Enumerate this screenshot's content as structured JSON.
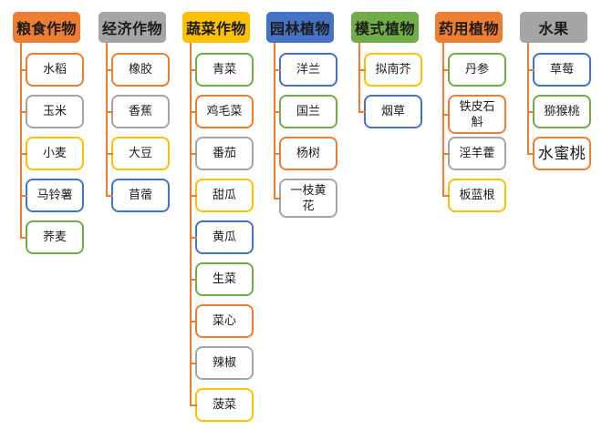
{
  "connector_color": "#ED7D31",
  "palette": {
    "orange": "#ED7D31",
    "gray": "#A5A5A5",
    "yellow": "#FFC000",
    "blue": "#4472C4",
    "green": "#70AD47"
  },
  "columns": [
    {
      "title": "粮食作物",
      "color": "orange",
      "children": [
        {
          "label": "水稻",
          "color": "orange"
        },
        {
          "label": "玉米",
          "color": "gray"
        },
        {
          "label": "小麦",
          "color": "yellow"
        },
        {
          "label": "马铃薯",
          "color": "blue"
        },
        {
          "label": "荞麦",
          "color": "green"
        }
      ]
    },
    {
      "title": "经济作物",
      "color": "gray",
      "children": [
        {
          "label": "橡胶",
          "color": "orange"
        },
        {
          "label": "香蕉",
          "color": "gray"
        },
        {
          "label": "大豆",
          "color": "yellow"
        },
        {
          "label": "苜蓿",
          "color": "blue"
        }
      ]
    },
    {
      "title": "蔬菜作物",
      "color": "yellow",
      "children": [
        {
          "label": "青菜",
          "color": "green"
        },
        {
          "label": "鸡毛菜",
          "color": "orange"
        },
        {
          "label": "番茄",
          "color": "gray"
        },
        {
          "label": "甜瓜",
          "color": "yellow"
        },
        {
          "label": "黄瓜",
          "color": "blue"
        },
        {
          "label": "生菜",
          "color": "green"
        },
        {
          "label": "菜心",
          "color": "orange"
        },
        {
          "label": "辣椒",
          "color": "gray"
        },
        {
          "label": "菠菜",
          "color": "yellow"
        }
      ]
    },
    {
      "title": "园林植物",
      "color": "blue",
      "children": [
        {
          "label": "洋兰",
          "color": "blue"
        },
        {
          "label": "国兰",
          "color": "green"
        },
        {
          "label": "杨树",
          "color": "orange"
        },
        {
          "label": "一枝黄花",
          "color": "gray",
          "two_line": true
        }
      ]
    },
    {
      "title": "模式植物",
      "color": "green",
      "children": [
        {
          "label": "拟南芥",
          "color": "yellow"
        },
        {
          "label": "烟草",
          "color": "blue"
        }
      ]
    },
    {
      "title": "药用植物",
      "color": "orange",
      "children": [
        {
          "label": "丹参",
          "color": "green"
        },
        {
          "label": "铁皮石斛",
          "color": "orange",
          "two_line": true
        },
        {
          "label": "淫羊藿",
          "color": "gray"
        },
        {
          "label": "板蓝根",
          "color": "yellow"
        }
      ]
    },
    {
      "title": "水果",
      "color": "gray",
      "children": [
        {
          "label": "草莓",
          "color": "blue"
        },
        {
          "label": "猕猴桃",
          "color": "green"
        },
        {
          "label": "水蜜桃",
          "color": "orange",
          "emphasis": true
        }
      ]
    }
  ]
}
